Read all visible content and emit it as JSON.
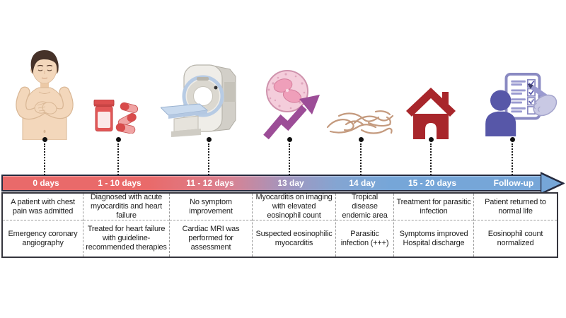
{
  "stages": [
    {
      "time": "0 days",
      "icon": "patient-chest-pain-icon",
      "event": "A patient with chest pain was admitted",
      "action": "Emergency coronary angiography"
    },
    {
      "time": "1 - 10 days",
      "icon": "medication-bottle-icon",
      "event": "Diagnosed with acute myocarditis and heart failure",
      "action": "Treated for heart failure with guideline-recommended therapies"
    },
    {
      "time": "11 - 12 days",
      "icon": "mri-scanner-icon",
      "event": "No symptom improvement",
      "action": "Cardiac MRI was performed for assessment"
    },
    {
      "time": "13 day",
      "icon": "eosinophil-rising-icon",
      "event": "Myocarditis on imaging with elevated eosinophil count",
      "action": "Suspected eosinophilic myocarditis"
    },
    {
      "time": "14 day",
      "icon": "parasitic-worms-icon",
      "event": "Tropical disease endemic area",
      "action": "Parasitic infection (+++)"
    },
    {
      "time": "15 - 20 days",
      "icon": "house-discharge-icon",
      "event": "Treatment for parasitic infection",
      "action": "Symptoms improved\nHospital discharge"
    },
    {
      "time": "Follow-up",
      "icon": "followup-checklist-icon",
      "event": "Patient returned to normal life",
      "action": "Eosinophil count normalized"
    }
  ],
  "colors": {
    "timeline_red": "#e96a6a",
    "timeline_blue": "#76a6d8",
    "timeline_border": "#252a3e",
    "table_border": "#35353d",
    "text_dark": "#1e1e1e",
    "house_red": "#a8262b",
    "cell_pink": "#f4cddb",
    "arrow_purple": "#9c4d97",
    "person_purple": "#5757a8",
    "worm_tan": "#c49a7e",
    "pill_red": "#d84b4b",
    "bed_blue": "#c9daee"
  }
}
